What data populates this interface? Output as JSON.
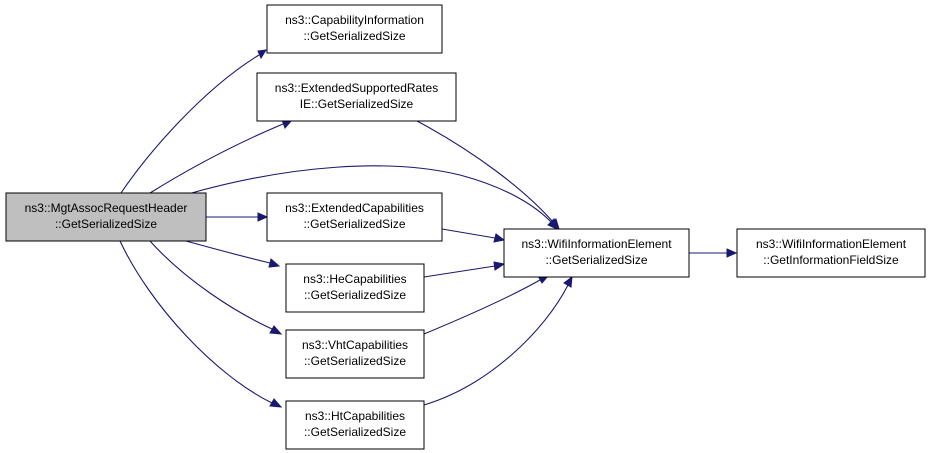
{
  "nodes": [
    {
      "id": "mgt",
      "lines": [
        "ns3::MgtAssocRequestHeader",
        "::GetSerializedSize"
      ],
      "selected": true
    },
    {
      "id": "cap",
      "lines": [
        "ns3::CapabilityInformation",
        "::GetSerializedSize"
      ]
    },
    {
      "id": "ext",
      "lines": [
        "ns3::ExtendedSupportedRates",
        "IE::GetSerializedSize"
      ]
    },
    {
      "id": "extcap",
      "lines": [
        "ns3::ExtendedCapabilities",
        "::GetSerializedSize"
      ]
    },
    {
      "id": "he",
      "lines": [
        "ns3::HeCapabilities",
        "::GetSerializedSize"
      ]
    },
    {
      "id": "vht",
      "lines": [
        "ns3::VhtCapabilities",
        "::GetSerializedSize"
      ]
    },
    {
      "id": "ht",
      "lines": [
        "ns3::HtCapabilities",
        "::GetSerializedSize"
      ]
    },
    {
      "id": "wifi",
      "lines": [
        "ns3::WifiInformationElement",
        "::GetSerializedSize"
      ]
    },
    {
      "id": "field",
      "lines": [
        "ns3::WifiInformationElement",
        "::GetInformationFieldSize"
      ]
    }
  ],
  "edges": [
    {
      "from": "mgt",
      "to": "cap"
    },
    {
      "from": "mgt",
      "to": "ext"
    },
    {
      "from": "mgt",
      "to": "wifi"
    },
    {
      "from": "mgt",
      "to": "extcap"
    },
    {
      "from": "mgt",
      "to": "he"
    },
    {
      "from": "mgt",
      "to": "vht"
    },
    {
      "from": "mgt",
      "to": "ht"
    },
    {
      "from": "ext",
      "to": "wifi"
    },
    {
      "from": "extcap",
      "to": "wifi"
    },
    {
      "from": "he",
      "to": "wifi"
    },
    {
      "from": "vht",
      "to": "wifi"
    },
    {
      "from": "ht",
      "to": "wifi"
    },
    {
      "from": "wifi",
      "to": "field"
    }
  ],
  "colors": {
    "edge": "#191970",
    "selected_fill": "#bfbfbf",
    "border": "#000000"
  }
}
